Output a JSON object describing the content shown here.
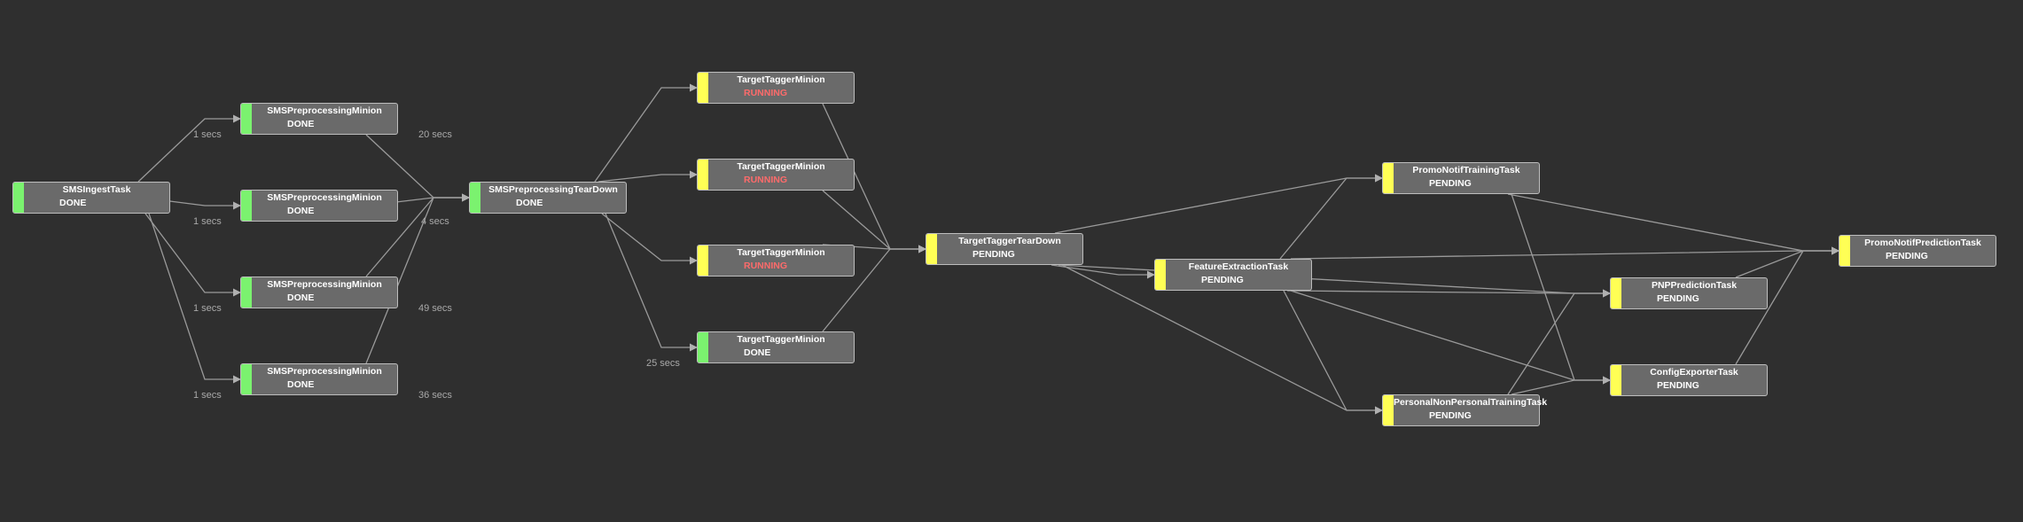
{
  "colors": {
    "background": "#2f2f2f",
    "node_fill": "#6a6a6a",
    "node_border": "#bdbdbd",
    "edge": "#9a9a9a",
    "done": "#7bf26f",
    "pending": "#ffff55",
    "running_text": "#ff6b6b"
  },
  "nodes": {
    "sms_ingest": {
      "name": "SMSIngestTask",
      "status": "DONE",
      "state": "done"
    },
    "sms_pre_1": {
      "name": "SMSPreprocessingMinion",
      "status": "DONE",
      "state": "done"
    },
    "sms_pre_2": {
      "name": "SMSPreprocessingMinion",
      "status": "DONE",
      "state": "done"
    },
    "sms_pre_3": {
      "name": "SMSPreprocessingMinion",
      "status": "DONE",
      "state": "done"
    },
    "sms_pre_4": {
      "name": "SMSPreprocessingMinion",
      "status": "DONE",
      "state": "done"
    },
    "sms_pre_teardown": {
      "name": "SMSPreprocessingTearDown",
      "status": "DONE",
      "state": "done"
    },
    "tt_1": {
      "name": "TargetTaggerMinion",
      "status": "RUNNING",
      "state": "running"
    },
    "tt_2": {
      "name": "TargetTaggerMinion",
      "status": "RUNNING",
      "state": "running"
    },
    "tt_3": {
      "name": "TargetTaggerMinion",
      "status": "RUNNING",
      "state": "running"
    },
    "tt_4": {
      "name": "TargetTaggerMinion",
      "status": "DONE",
      "state": "done"
    },
    "tt_teardown": {
      "name": "TargetTaggerTearDown",
      "status": "PENDING",
      "state": "pending"
    },
    "feature_extraction": {
      "name": "FeatureExtractionTask",
      "status": "PENDING",
      "state": "pending"
    },
    "promo_training": {
      "name": "PromoNotifTrainingTask",
      "status": "PENDING",
      "state": "pending"
    },
    "pnp_training": {
      "name": "PersonalNonPersonalTrainingTask",
      "status": "PENDING",
      "state": "pending"
    },
    "pnp_prediction": {
      "name": "PNPPredictionTask",
      "status": "PENDING",
      "state": "pending"
    },
    "config_exporter": {
      "name": "ConfigExporterTask",
      "status": "PENDING",
      "state": "pending"
    },
    "promo_prediction": {
      "name": "PromoNotifPredictionTask",
      "status": "PENDING",
      "state": "pending"
    }
  },
  "edges": [
    [
      "sms_ingest",
      "sms_pre_1"
    ],
    [
      "sms_ingest",
      "sms_pre_2"
    ],
    [
      "sms_ingest",
      "sms_pre_3"
    ],
    [
      "sms_ingest",
      "sms_pre_4"
    ],
    [
      "sms_pre_1",
      "sms_pre_teardown"
    ],
    [
      "sms_pre_2",
      "sms_pre_teardown"
    ],
    [
      "sms_pre_3",
      "sms_pre_teardown"
    ],
    [
      "sms_pre_4",
      "sms_pre_teardown"
    ],
    [
      "sms_pre_teardown",
      "tt_1"
    ],
    [
      "sms_pre_teardown",
      "tt_2"
    ],
    [
      "sms_pre_teardown",
      "tt_3"
    ],
    [
      "sms_pre_teardown",
      "tt_4"
    ],
    [
      "tt_1",
      "tt_teardown"
    ],
    [
      "tt_2",
      "tt_teardown"
    ],
    [
      "tt_3",
      "tt_teardown"
    ],
    [
      "tt_4",
      "tt_teardown"
    ],
    [
      "tt_teardown",
      "feature_extraction"
    ],
    [
      "tt_teardown",
      "promo_training"
    ],
    [
      "tt_teardown",
      "pnp_prediction"
    ],
    [
      "tt_teardown",
      "pnp_training"
    ],
    [
      "feature_extraction",
      "promo_training"
    ],
    [
      "feature_extraction",
      "pnp_training"
    ],
    [
      "feature_extraction",
      "pnp_prediction"
    ],
    [
      "feature_extraction",
      "config_exporter"
    ],
    [
      "feature_extraction",
      "promo_prediction"
    ],
    [
      "promo_training",
      "promo_prediction"
    ],
    [
      "promo_training",
      "config_exporter"
    ],
    [
      "pnp_training",
      "pnp_prediction"
    ],
    [
      "pnp_training",
      "config_exporter"
    ],
    [
      "pnp_prediction",
      "promo_prediction"
    ],
    [
      "config_exporter",
      "promo_prediction"
    ]
  ],
  "durations": {
    "ingest_to_pre_1": "1 secs",
    "ingest_to_pre_2": "1 secs",
    "ingest_to_pre_3": "1 secs",
    "ingest_to_pre_4": "1 secs",
    "pre_1_to_teardown": "20 secs",
    "pre_2_to_teardown": "4 secs",
    "pre_3_to_teardown": "49 secs",
    "pre_4_to_teardown": "36 secs",
    "teardown_to_tt_4": "25 secs"
  }
}
